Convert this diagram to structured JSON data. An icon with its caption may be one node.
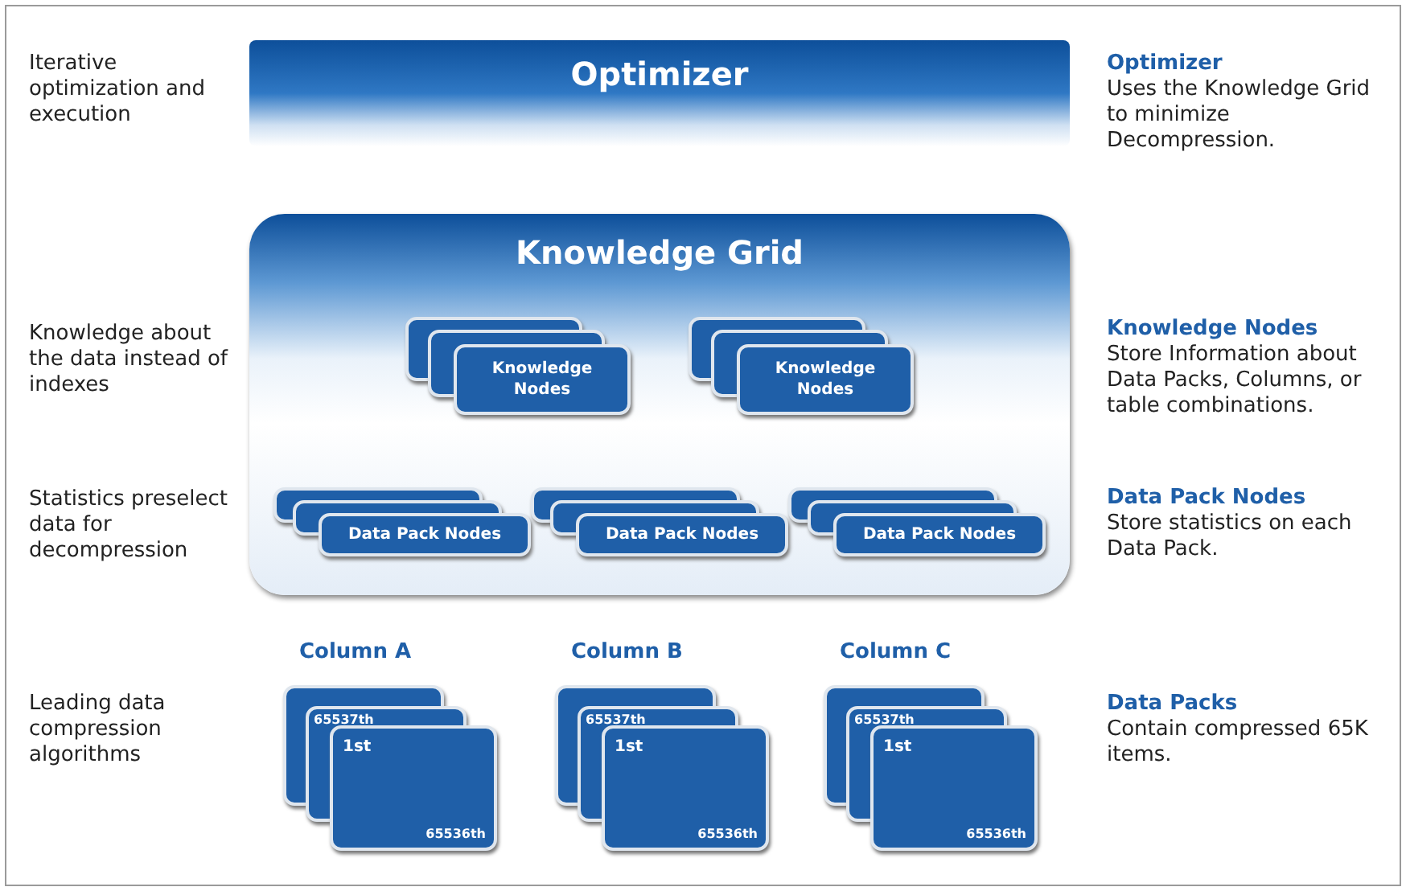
{
  "diagram": {
    "nodes": [
      {
        "text": [
          "Optimizer"
        ]
      },
      {
        "text": [
          "Knowledge Grid"
        ]
      },
      {
        "text": [
          "Knowledge Nodes"
        ],
        "in": 1
      },
      {
        "text": [
          "Knowledge Nodes"
        ],
        "in": 1
      },
      {
        "text": [
          "Data Pack Nodes"
        ],
        "in": 1
      },
      {
        "text": [
          "Data Pack Nodes"
        ],
        "in": 1
      },
      {
        "text": [
          "Data Pack Nodes"
        ],
        "in": 1
      },
      {
        "text": [
          "Column A",
          "65537th",
          "1st",
          "65536th"
        ]
      },
      {
        "text": [
          "Column B",
          "65537th",
          "1st",
          "65536th"
        ]
      },
      {
        "text": [
          "Column C",
          "65537th",
          "1st",
          "65536th"
        ]
      }
    ],
    "edges": [],
    "labels": [
      "Iterative optimization and execution",
      "Optimizer",
      "Uses the Knowledge Grid to minimize Decompression.",
      "Knowledge about the data instead of indexes",
      "Knowledge Nodes",
      "Store Information about Data Packs, Columns, or table combinations.",
      "Statistics preselect data for decompression",
      "Data Pack Nodes",
      "Store statistics on each Data Pack.",
      "Leading data compression algorithms",
      "Data Packs",
      "Contain compressed 65K items."
    ]
  }
}
